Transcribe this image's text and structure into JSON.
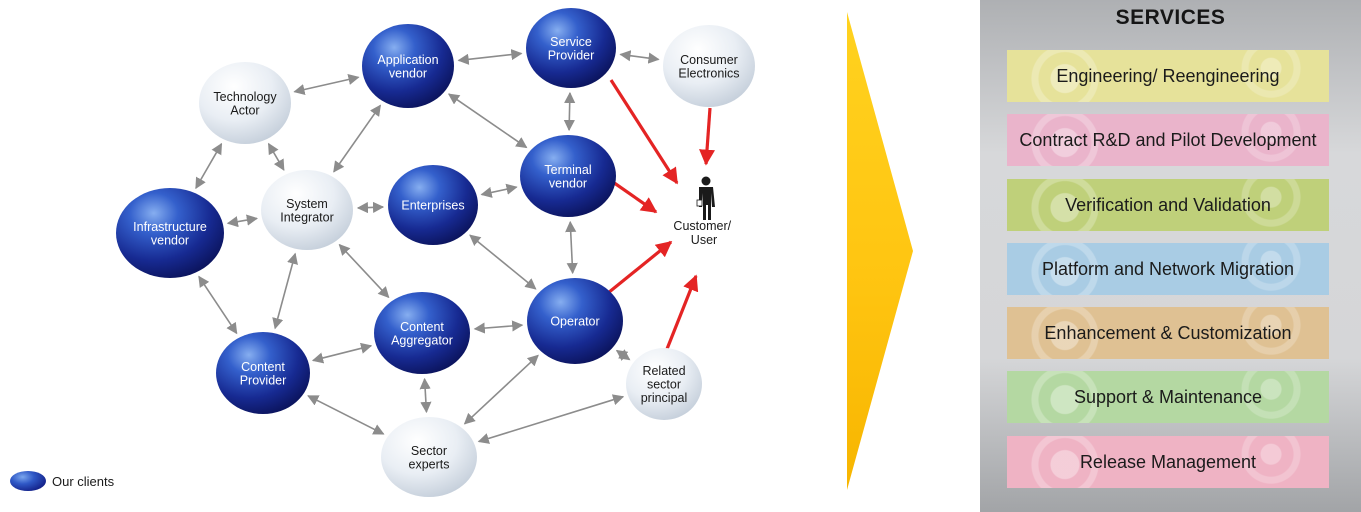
{
  "diagram": {
    "nodes": [
      {
        "id": "application_vendor",
        "label": [
          "Application",
          "vendor"
        ],
        "client": true
      },
      {
        "id": "service_provider",
        "label": [
          "Service",
          "Provider"
        ],
        "client": true
      },
      {
        "id": "consumer_electronics",
        "label": [
          "Consumer",
          "Electronics"
        ],
        "client": false
      },
      {
        "id": "technology_actor",
        "label": [
          "Technology",
          "Actor"
        ],
        "client": false
      },
      {
        "id": "system_integrator",
        "label": [
          "System",
          "Integrator"
        ],
        "client": false
      },
      {
        "id": "enterprises",
        "label": [
          "Enterprises"
        ],
        "client": true
      },
      {
        "id": "terminal_vendor",
        "label": [
          "Terminal",
          "vendor"
        ],
        "client": true
      },
      {
        "id": "infrastructure_vendor",
        "label": [
          "Infrastructure",
          "vendor"
        ],
        "client": true
      },
      {
        "id": "content_aggregator",
        "label": [
          "Content",
          "Aggregator"
        ],
        "client": true
      },
      {
        "id": "operator",
        "label": [
          "Operator"
        ],
        "client": true
      },
      {
        "id": "content_provider",
        "label": [
          "Content",
          "Provider"
        ],
        "client": true
      },
      {
        "id": "related_sector_principal",
        "label": [
          "Related",
          "sector",
          "principal"
        ],
        "client": false
      },
      {
        "id": "sector_experts",
        "label": [
          "Sector",
          "experts"
        ],
        "client": false
      }
    ],
    "customer": {
      "label": [
        "Customer/",
        "User"
      ]
    },
    "legend": {
      "label": "Our clients"
    }
  },
  "services": {
    "title": "SERVICES",
    "items": [
      {
        "label": "Engineering/ Reengineering",
        "color": "#e6e29a"
      },
      {
        "label": "Contract R&D and Pilot Development",
        "color": "#eab4cb"
      },
      {
        "label": "Verification and Validation",
        "color": "#bfd07a"
      },
      {
        "label": "Platform and Network Migration",
        "color": "#a9cce4"
      },
      {
        "label": "Enhancement & Customization",
        "color": "#dfc193"
      },
      {
        "label": "Support & Maintenance",
        "color": "#b4d8a2"
      },
      {
        "label": "Release Management",
        "color": "#efb3c4"
      }
    ]
  },
  "colors": {
    "client_node": "#1f3aa6",
    "non_client_node": "#dfe6ee",
    "connector_arrow": "#8c8c8c",
    "customer_arrow": "#e42424",
    "chevron": "#ffc511"
  }
}
